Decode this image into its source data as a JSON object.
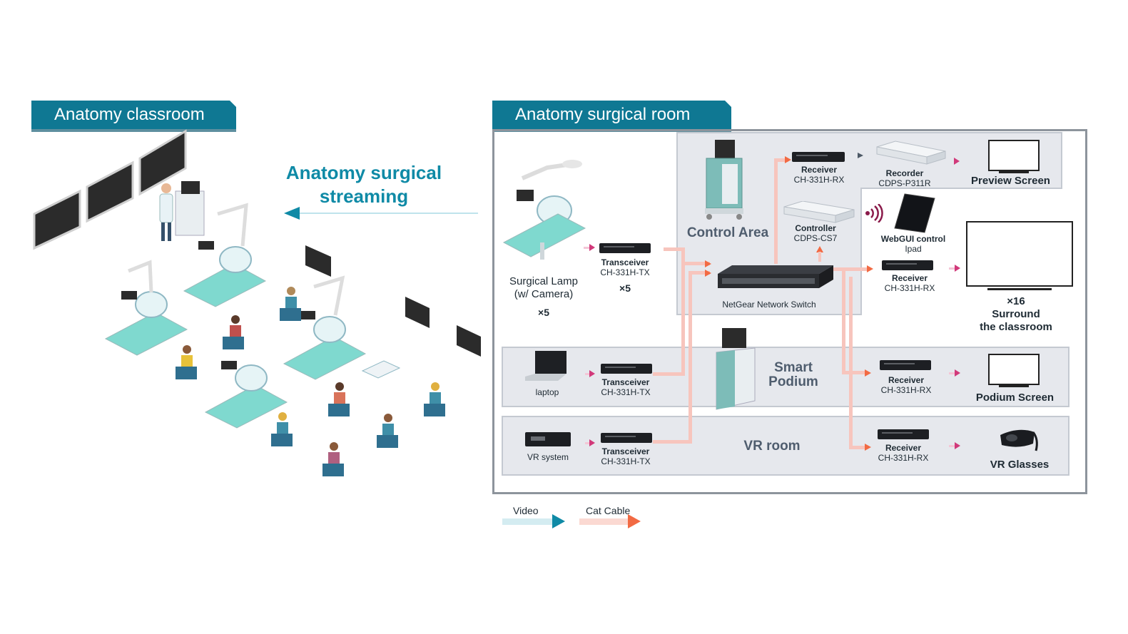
{
  "left_panel": {
    "title": "Anatomy classroom",
    "streaming_label_line1": "Anatomy surgical",
    "streaming_label_line2": "streaming"
  },
  "right_panel": {
    "title": "Anatomy surgical room",
    "surgical_lamp": {
      "line1": "Surgical Lamp",
      "line2": "(w/ Camera)",
      "count": "×5"
    },
    "tx1": {
      "name": "Transceiver",
      "model": "CH-331H-TX",
      "count": "×5"
    },
    "control_area": {
      "title": "Control Area"
    },
    "receiver_top": {
      "name": "Receiver",
      "model": "CH-331H-RX"
    },
    "recorder": {
      "name": "Recorder",
      "model": "CDPS-P311R"
    },
    "preview_screen": "Preview Screen",
    "controller": {
      "name": "Controller",
      "model": "CDPS-CS7"
    },
    "webgui": {
      "line1": "WebGUI control",
      "line2": "Ipad"
    },
    "switch_label": "NetGear Network Switch",
    "receiver_mid": {
      "name": "Receiver",
      "model": "CH-331H-RX"
    },
    "surround": {
      "count": "×16",
      "line1": "Surround",
      "line2": "the classroom"
    },
    "podium_zone": {
      "source": "laptop",
      "tx": {
        "name": "Transceiver",
        "model": "CH-331H-TX"
      },
      "title_line1": "Smart",
      "title_line2": "Podium",
      "rx": {
        "name": "Receiver",
        "model": "CH-331H-RX"
      },
      "screen": "Podium Screen"
    },
    "vr_zone": {
      "source": "VR system",
      "tx": {
        "name": "Transceiver",
        "model": "CH-331H-TX"
      },
      "title": "VR room",
      "rx": {
        "name": "Receiver",
        "model": "CH-331H-RX"
      },
      "output": "VR Glasses"
    }
  },
  "legend": {
    "video": "Video",
    "cat": "Cat Cable",
    "video_color": "#0f8aa6",
    "cat_color": "#f26a43"
  }
}
